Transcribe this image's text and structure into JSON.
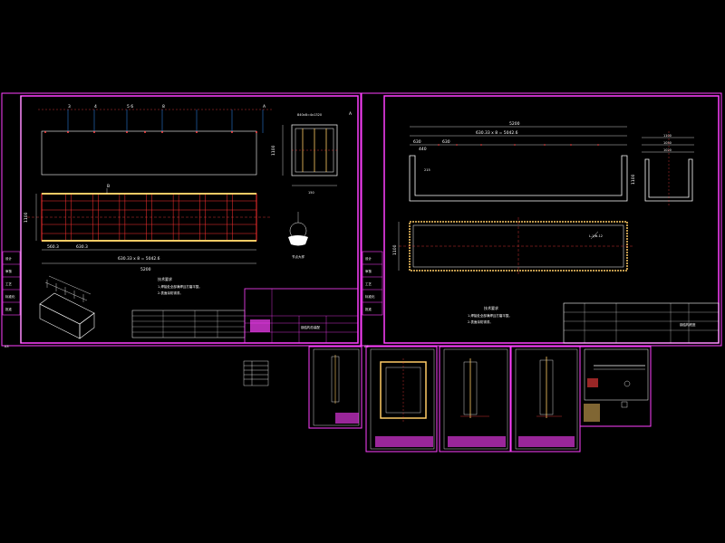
{
  "colors": {
    "background": "#000000",
    "frame": "#ff40ff",
    "drawing_line": "#ffffff",
    "dimension": "#ff4040",
    "grid_member": "#ff3030",
    "weld_pattern": "#ffcc66"
  },
  "sheet1": {
    "top_dims": [
      "1100",
      "840x8=4x1320",
      "150"
    ],
    "overall_length": "5200",
    "section_dim": "630.33 x 8 = 5042.6",
    "label_a": "A",
    "label_b": "B",
    "height_dim": "1100",
    "notes_title": "技术要求",
    "notes": [
      "1.焊接处全部满焊且打磨平整。",
      "2.表面涂防锈漆。"
    ],
    "title_block_text": "钢结构总装配"
  },
  "sheet2": {
    "overall_length": "5200",
    "sub_dim": "630.33 x 8 = 5042.6",
    "left_dims": [
      "630",
      "630",
      "440"
    ],
    "height_dim": "1100",
    "section_dims": [
      "1100",
      "1050",
      "1020"
    ],
    "note_label": "L-1/Φ-12",
    "notes_title": "技术要求",
    "notes": [
      "1.焊接处全部满焊且打磨平整。",
      "2.表面涂防锈漆。"
    ],
    "title_block_text": "钢结构底座"
  },
  "side_panel_labels": [
    "设计",
    "审核",
    "工艺",
    "标准化",
    "批准"
  ],
  "sheet_corner_labels": [
    "A3",
    "A3"
  ]
}
